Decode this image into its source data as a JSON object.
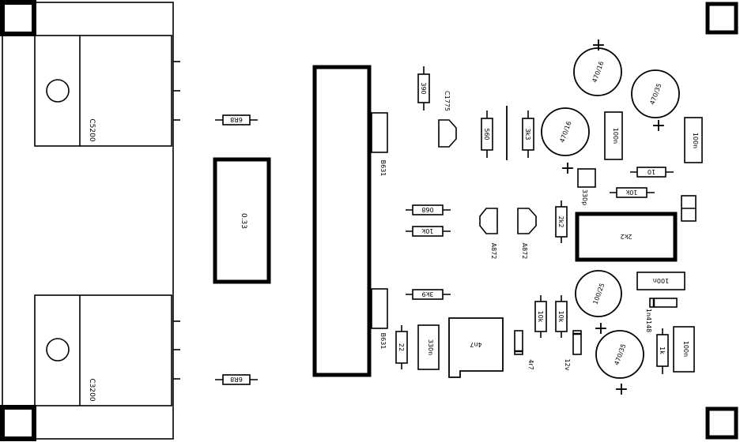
{
  "transistors": {
    "top": "C5200",
    "bottom": "C3200"
  },
  "bigblock": {
    "label": "0.33"
  },
  "heatsink": {
    "tab_top": "B631",
    "tab_bottom": "B631"
  },
  "resistors": {
    "r_6r8_top": "6R8",
    "r_6r8_bot": "6R8",
    "r_390": "390",
    "r_560": "560",
    "r_3k3": "3k3",
    "r_390_mid": "068",
    "r_10r": "10k",
    "r_2k2_mid": "2k2",
    "r_3k9": "3k9",
    "r_22": "22",
    "r_10k_a": "10k",
    "r_10k_b": "10k",
    "r_1k": "1k",
    "r_10": "10",
    "r_10k_c": "10k"
  },
  "caps": {
    "c_470_16_top": "470/16",
    "c_470_35_top": "470/35",
    "c_470_16_mid": "470/16",
    "c_100n_a": "100n",
    "c_100n_b": "100n",
    "c_330p": "330p",
    "c_100_25": "100/25",
    "c_100n_c": "100n",
    "c_470_35_bot": "470/35",
    "c_100n_d": "100n",
    "c_330n": "330n",
    "pot_2k2": "2k2"
  },
  "semis": {
    "q_c1775": "C1775",
    "q_a872_a": "A872",
    "q_a872_b": "A872",
    "d_4r7": "4r7",
    "d_12v": "12v",
    "d_1n4148": "1n4148",
    "ic_4n7": "4n7"
  },
  "plus_sign": "+"
}
